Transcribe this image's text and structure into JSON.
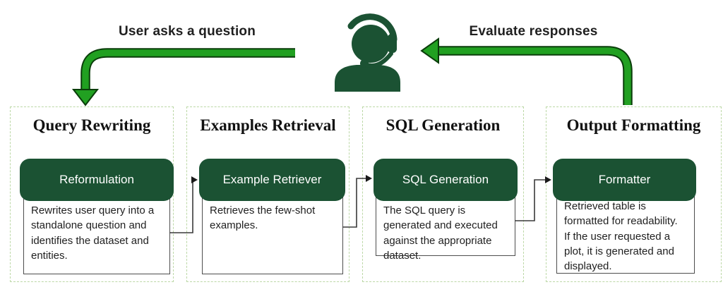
{
  "diagram": {
    "background": "#ffffff",
    "colors": {
      "module_green": "#1b5233",
      "arrow_green": "#21a021",
      "arrow_outline": "#0a3d0a",
      "dashed_border": "#bcd8a6",
      "connector_gray": "#3a3a3a",
      "text_dark": "#1f1f1f"
    },
    "top": {
      "user_question_label": "User asks a question",
      "evaluate_label": "Evaluate responses",
      "person_icon": "support-agent-icon"
    },
    "modules": [
      {
        "title": "Query Rewriting",
        "component": "Reformulation",
        "description": "Rewrites user query into a standalone question and identifies the dataset and entities."
      },
      {
        "title": "Examples Retrieval",
        "component": "Example Retriever",
        "description": "Retrieves the few-shot examples."
      },
      {
        "title": "SQL Generation",
        "component": "SQL Generation",
        "description": "The SQL query is generated and executed against the appropriate dataset."
      },
      {
        "title": "Output Formatting",
        "component": "Formatter",
        "description": "Retrieved table is formatted for readability.\nIf the user requested a plot, it is generated and displayed."
      }
    ]
  }
}
